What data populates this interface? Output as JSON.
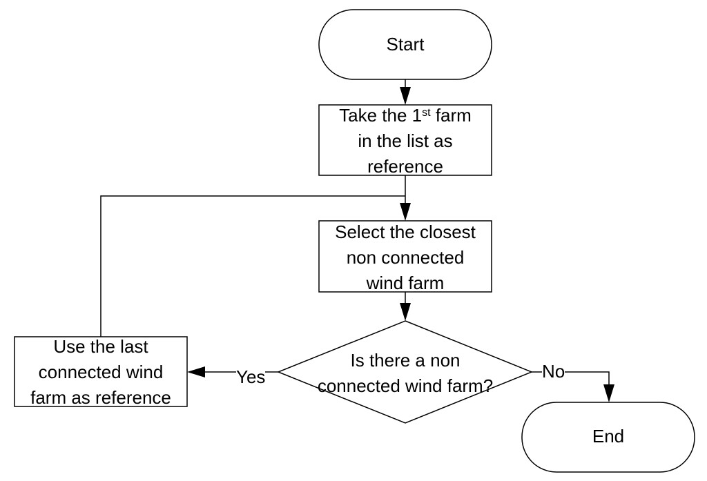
{
  "nodes": {
    "start": {
      "label": "Start"
    },
    "take_first": {
      "line1_prefix": "Take the 1",
      "line1_sup": "st",
      "line1_suffix": " farm",
      "line2": "in the list as",
      "line3": "reference"
    },
    "select_closest": {
      "line1": "Select the closest",
      "line2": "non connected",
      "line3": "wind farm"
    },
    "decision": {
      "line1": "Is there a non",
      "line2": "connected wind farm?"
    },
    "use_last": {
      "line1": "Use the last",
      "line2": "connected wind",
      "line3": "farm as reference"
    },
    "end": {
      "label": "End"
    }
  },
  "edges": {
    "yes_label": "Yes",
    "no_label": "No"
  }
}
